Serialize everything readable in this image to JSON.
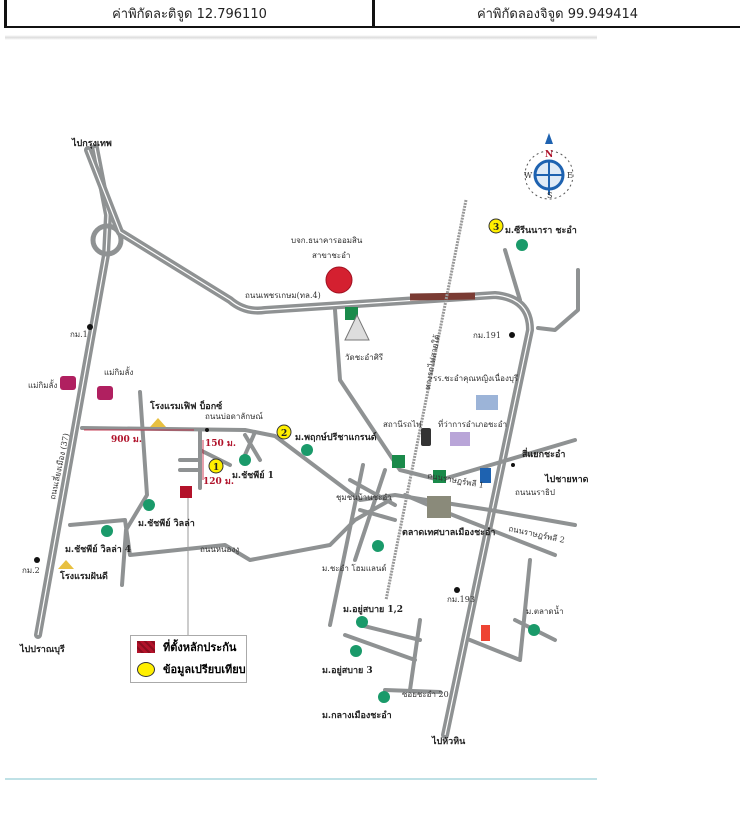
{
  "header": {
    "latitude_label": "ค่าพิกัดละติจูด 12.796110",
    "longitude_label": "ค่าพิกัดลองจิจูด 99.949414"
  },
  "map": {
    "compass": {
      "n": "N",
      "s": "S",
      "e": "E",
      "w": "W"
    },
    "labels": {
      "to_bangkok": "ไปกรุงเทพ",
      "to_pranburi": "ไปปราณบุรี",
      "to_huahin": "ไปหัวหิน",
      "to_beach": "ไปชายหาด",
      "bank": "บจก.ธนาคารออมสิน",
      "bank_branch": "สาขาชะอำ",
      "phetkasem_road": "ถนนเพชรเกษม(ทล.4)",
      "km1": "กม.1",
      "km2": "กม.2",
      "km191": "กม.191",
      "km193": "กม.193",
      "wat": "วัดชะอำศิรี",
      "railway": "ทางรถไฟสายใต้",
      "village3": "ม.ซีรีนนารา ชะอำ",
      "mae_kim_leng_1": "แม่กิมลั้ง",
      "mae_kim_leng_2": "แม่กิมลั้ง",
      "hotel_fifth_block": "โรงแรมเฟิฟ บ็อกซ์",
      "ban_ta_lak_road": "ถนนบ่อดาลักษณ์",
      "muang_road": "ถนนเลี่ยงเมือง (37)",
      "dist_900": "900 ม.",
      "dist_150": "150 ม.",
      "dist_120": "120 ม.",
      "village1": "ม.ชัชพีย์ 1",
      "village2": "ม.พฤกษ์ปรีชาแกรนด์",
      "chatchapee_villa": "ม.ชัชพีย์ วิลล่า",
      "chatchapee_villa4": "ม.ชัชพีย์ วิลล่า 4",
      "hotel_fun_dee": "โรงแรมฝันดี",
      "nong_ngu_road": "ถนนหนองงู",
      "school": "รร.ชะอำคุณหญิงเนื่องบุรี",
      "station": "สถานีรถไฟ",
      "district_office": "ที่ว่าการอำเภอชะอำ",
      "cha_am_junction": "สี่แยกชะอำ",
      "narathip_road": "ถนนนราธิป",
      "ramkhamhaeng1": "ถนนราษฎร์พลี 1",
      "ramkhamhaeng2": "ถนนราษฎร์พลี 2",
      "community": "ชุมชนบ้านชะอำ",
      "market": "ตลาดเทศบาลเมืองชะอำ",
      "cha_am_homeland": "ม.ชะอำ โฮมแลนด์",
      "yoo_sabai_12": "ม.อยู่สบาย 1,2",
      "yoo_sabai_3": "ม.อยู่สบาย 3",
      "soi20": "ซอยชะอำ 20",
      "klang_muang": "ม.กลางเมืองชะอำ",
      "village_right": "ม.ตลาดน้ำ",
      "marker1": "1",
      "marker2": "2",
      "marker3": "3"
    },
    "legend": {
      "collateral": "ที่ตั้งหลักประกัน",
      "comparison": "ข้อมูลเปรียบเทียบ"
    },
    "colors": {
      "road": "#8f9293",
      "collateral": "#b3122a",
      "marker": "#ffef00",
      "highlight": "#7a3b33"
    }
  }
}
